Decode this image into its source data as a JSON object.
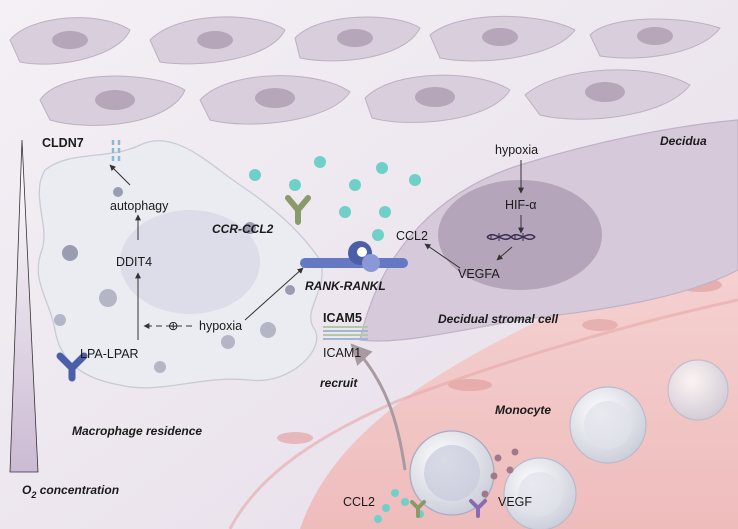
{
  "colors": {
    "decidua_bg": "#ece6ee",
    "decidual_cell": "#d9cfdc",
    "vessel": "#f2c9c9",
    "macrophage": "#e9eaf1",
    "chemokine_dot": "#6fd0c8",
    "receptor_blue": "#4a5fa8",
    "receptor_green": "#8a9a6a",
    "arrow": "#333333"
  },
  "labels": {
    "cldn7": "CLDN7",
    "autophagy": "autophagy",
    "ddit4": "DDIT4",
    "lpa_lpar": "LPA-LPAR",
    "hypoxia_mac": "hypoxia",
    "ccr_ccl2": "CCR-CCL2",
    "rank_rankl": "RANK-RANKL",
    "icam5": "ICAM5",
    "icam1": "ICAM1",
    "recruit": "recruit",
    "macrophage_residence": "Macrophage residence",
    "o2_concentration_main": "O",
    "o2_sub": "2",
    "o2_rest": " concentration",
    "decidua": "Decidua",
    "hypoxia_dsc": "hypoxia",
    "hif_alpha": "HIF-α",
    "ccl2_dsc": "CCL2",
    "vegfa": "VEGFA",
    "decidual_stromal_cell": "Decidual stromal cell",
    "monocyte": "Monocyte",
    "ccl2_bottom": "CCL2",
    "vegf": "VEGF",
    "inhibit_symbol": "⊕"
  }
}
